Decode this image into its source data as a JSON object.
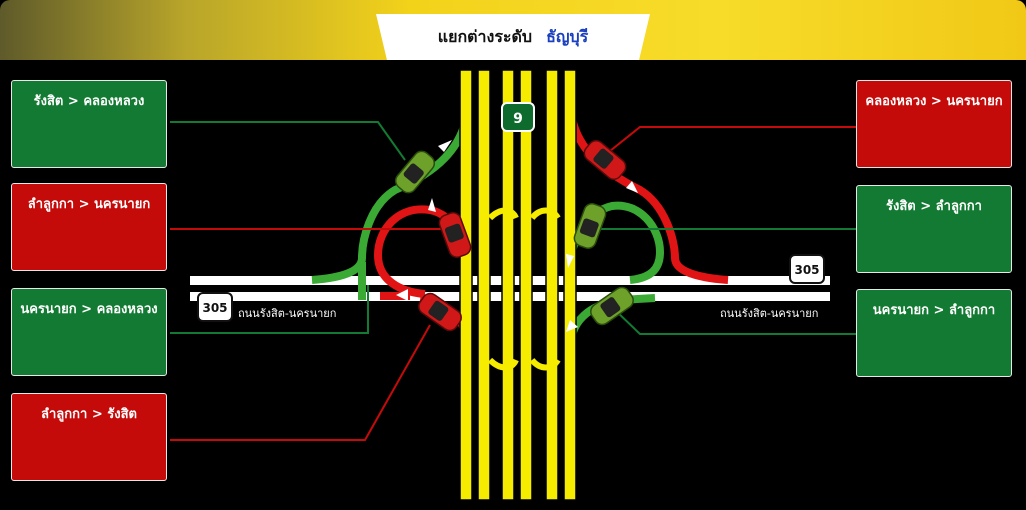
{
  "header": {
    "title": "แยกต่างระดับ",
    "place": "ธัญบุรี"
  },
  "routes": {
    "left_1": "รังสิต > คลองหลวง",
    "left_2": "ลำลูกกา > นครนายก",
    "left_3": "นครนายก > คลองหลวง",
    "left_4": "ลำลูกกา > รังสิต",
    "right_1": "คลองหลวง > นครนายก",
    "right_2": "รังสิต > ลำลูกกา",
    "right_3": "นครนายก > ลำลูกกา"
  },
  "road_shields": {
    "highway_9": "9",
    "route_305_left": "305",
    "route_305_right": "305"
  },
  "road_names": {
    "left": "ถนนรังสิต-นครนายก",
    "right": "ถนนรังสิต-นครนายก"
  },
  "colors": {
    "green": "#127a32",
    "red": "#c50a0a",
    "ramp_green": "#3aaa35",
    "ramp_red": "#e01414",
    "highway_yellow": "#f5ec00",
    "title_accent": "#1a3fbf"
  }
}
